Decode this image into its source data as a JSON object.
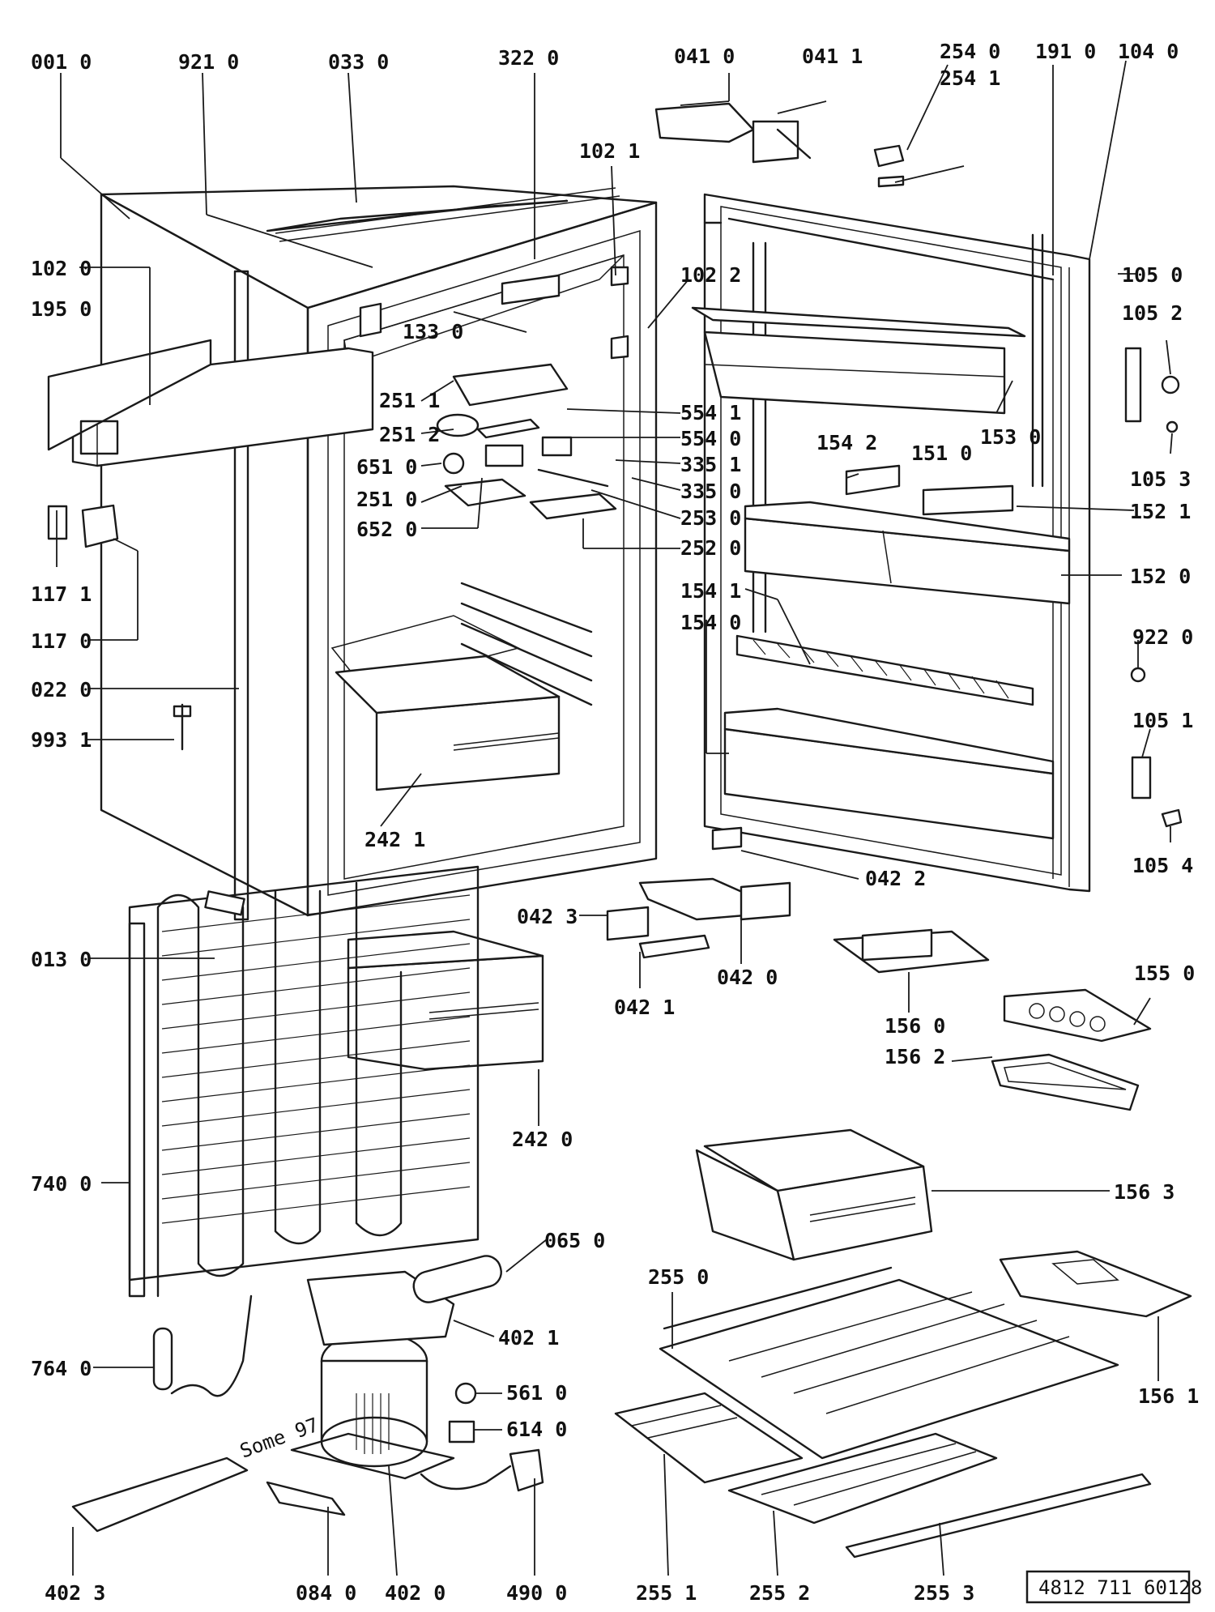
{
  "document_number": "4812 711 60128",
  "handwritten_mark": "Some 97",
  "part_labels": {
    "p0010": "001 0",
    "p9210": "921 0",
    "p0330": "033 0",
    "p3220": "322 0",
    "p0410": "041 0",
    "p0411": "041 1",
    "p2540": "254 0",
    "p2541": "254 1",
    "p1910": "191 0",
    "p1040": "104 0",
    "p1021": "102 1",
    "p1020": "102 0",
    "p1022": "102 2",
    "p1050": "105 0",
    "p1052": "105 2",
    "p1950": "195 0",
    "p1330": "133 0",
    "p2511": "251 1",
    "p2512": "251 2",
    "p5541": "554 1",
    "p5540": "554 0",
    "p6510": "651 0",
    "p3351": "335 1",
    "p3350": "335 0",
    "p2510": "251 0",
    "p2530": "253 0",
    "p6520": "652 0",
    "p2520": "252 0",
    "p1542": "154 2",
    "p1510": "151 0",
    "p1530": "153 0",
    "p1053": "105 3",
    "p1521": "152 1",
    "p1520": "152 0",
    "p1171": "117 1",
    "p1170": "117 0",
    "p0220": "022 0",
    "p9931": "993 1",
    "p1541": "154 1",
    "p1540": "154 0",
    "p9220": "922 0",
    "p1051": "105 1",
    "p2421": "242 1",
    "p1054": "105 4",
    "p0422": "042 2",
    "p0423": "042 3",
    "p0130": "013 0",
    "p0420": "042 0",
    "p0421": "042 1",
    "p1550": "155 0",
    "p1560": "156 0",
    "p1562": "156 2",
    "p2420": "242 0",
    "p7400": "740 0",
    "p1563": "156 3",
    "p0650": "065 0",
    "p2550": "255 0",
    "p4021": "402 1",
    "p7640": "764 0",
    "p5610": "561 0",
    "p6140": "614 0",
    "p1561": "156 1",
    "p4023": "402 3",
    "p0840": "084 0",
    "p4020": "402 0",
    "p4900": "490 0",
    "p2551": "255 1",
    "p2552": "255 2",
    "p2553": "255 3"
  }
}
